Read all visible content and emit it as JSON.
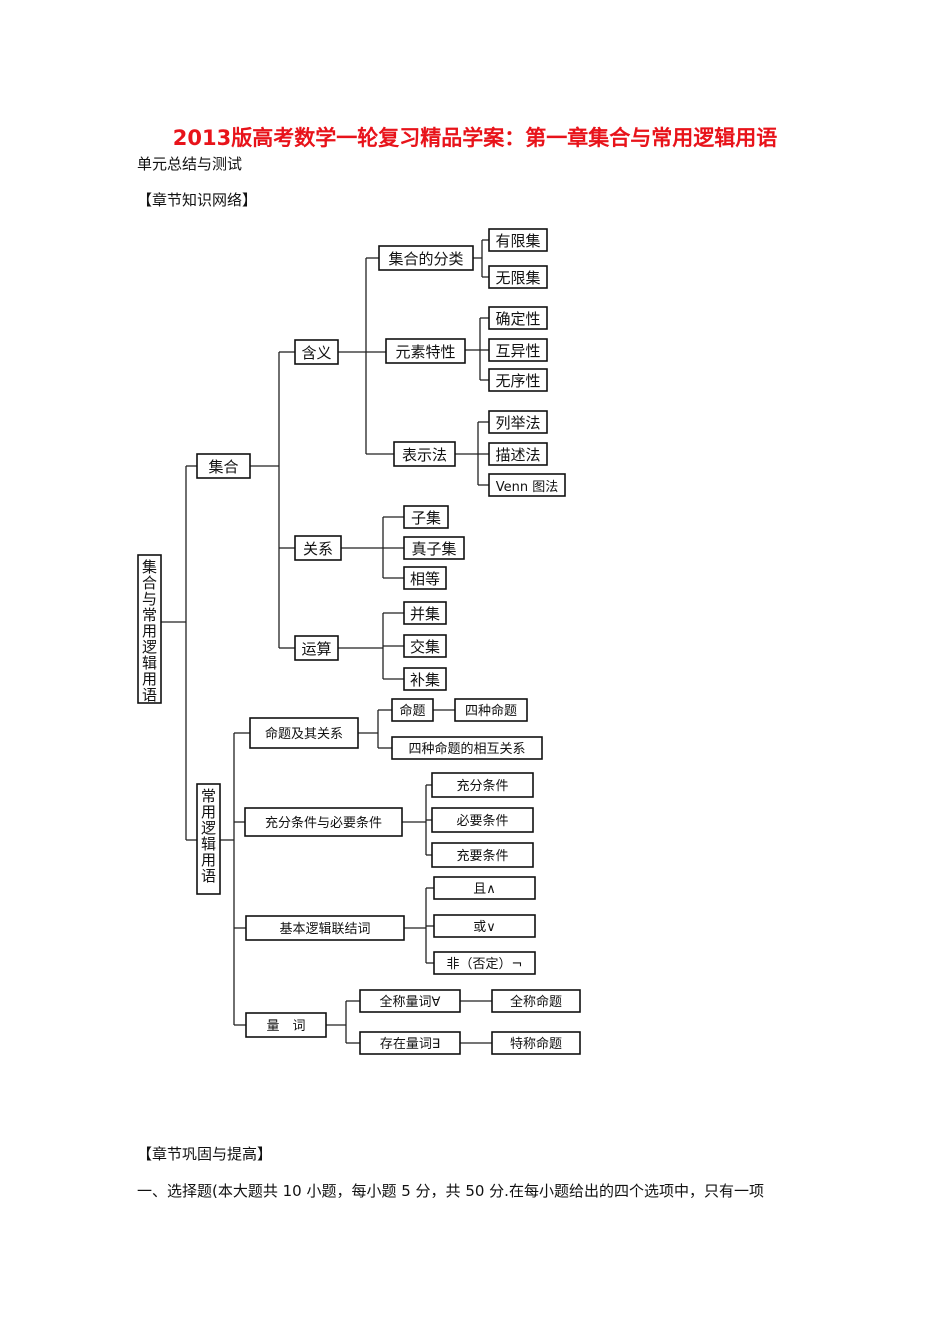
{
  "title": "2013版高考数学一轮复习精品学案：第一章集合与常用逻辑用语",
  "subtitle": "单元总结与测试",
  "section_network": "【章节知识网络】",
  "section_consolidate": "【章节巩固与提高】",
  "question_intro": "一、选择题(本大题共 10 小题，每小题 5 分，共 50 分.在每小题给出的四个选项中，只有一项",
  "diagram": {
    "root": "集合与常用逻辑用语",
    "set": {
      "label": "集合",
      "meaning": {
        "label": "含义",
        "classification": {
          "label": "集合的分类",
          "items": [
            "有限集",
            "无限集"
          ]
        },
        "properties": {
          "label": "元素特性",
          "items": [
            "确定性",
            "互异性",
            "无序性"
          ]
        },
        "representation": {
          "label": "表示法",
          "items": [
            "列举法",
            "描述法",
            "Venn 图法"
          ]
        }
      },
      "relation": {
        "label": "关系",
        "items": [
          "子集",
          "真子集",
          "相等"
        ]
      },
      "operation": {
        "label": "运算",
        "items": [
          "并集",
          "交集",
          "补集"
        ]
      }
    },
    "logic": {
      "label": "常用逻辑用语",
      "propositions": {
        "label": "命题及其关系",
        "prop": "命题",
        "four": "四种命题",
        "relations": "四种命题的相互关系"
      },
      "conditions": {
        "label": "充分条件与必要条件",
        "items": [
          "充分条件",
          "必要条件",
          "充要条件"
        ]
      },
      "connectives": {
        "label": "基本逻辑联结词",
        "items": [
          "且∧",
          "或∨",
          "非（否定）¬"
        ]
      },
      "quantifiers": {
        "label": "量　词",
        "universal": "全称量词∀",
        "universal_prop": "全称命题",
        "existential": "存在量词∃",
        "existential_prop": "特称命题"
      }
    }
  }
}
